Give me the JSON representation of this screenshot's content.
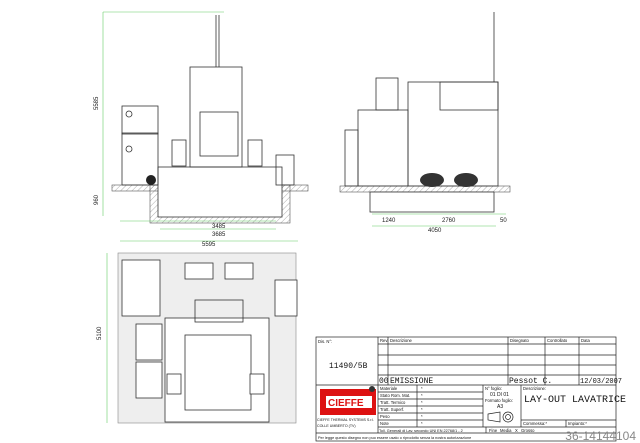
{
  "dimensions": {
    "front_height": "5585",
    "front_pit_depth": "960",
    "front_pit_inner": "3485",
    "front_pit_outer": "3685",
    "front_overall": "5595",
    "side_left": "1240",
    "side_mid": "2760",
    "side_right": "50",
    "side_overall": "4050",
    "plan_height": "5100"
  },
  "title_block": {
    "dis_label": "Dis. N°:",
    "dis_number": "11490/5B",
    "rev_header": "Rev.",
    "desc_header": "Descrizione",
    "drawn_header": "Disegnato",
    "checked_header": "Controllato",
    "date_header": "Data",
    "rev": "00",
    "rev_desc": "EMISSIONE",
    "drawn_by": "Pessot C.",
    "date": "12/03/2007",
    "logo": "CIEFFE",
    "company": "CIEFFE THERMAL SYSTEMS S.r.l.",
    "city": "COLLE UMBERTO (TV)",
    "fields": [
      "Materiale",
      "Stato Rom. Mat.",
      "Tratt. Termico",
      "Tratt. Superf.",
      "Peso",
      "Note"
    ],
    "field_value": "*",
    "sheet_label": "N° foglio:",
    "sheet": "01 DI 01",
    "format_label": "Formato foglio:",
    "format": "A3",
    "description_label": "Descrizione:",
    "description": "LAY-OUT LAVATRICE",
    "order_label": "Commessa:*",
    "plant_label": "Impianto:*",
    "tolerance": "Toll. Generali di Lav. secondo UNI EN 22768/1 - 2",
    "tol_fine": "Fine",
    "tol_media": "Media",
    "tol_x": "X",
    "tol_grosso": "Grosso",
    "legal": "Per legge questo disegno non puo essere usato o riprodotto senza la nostra autorizzazione"
  },
  "watermark": "36-14144104"
}
